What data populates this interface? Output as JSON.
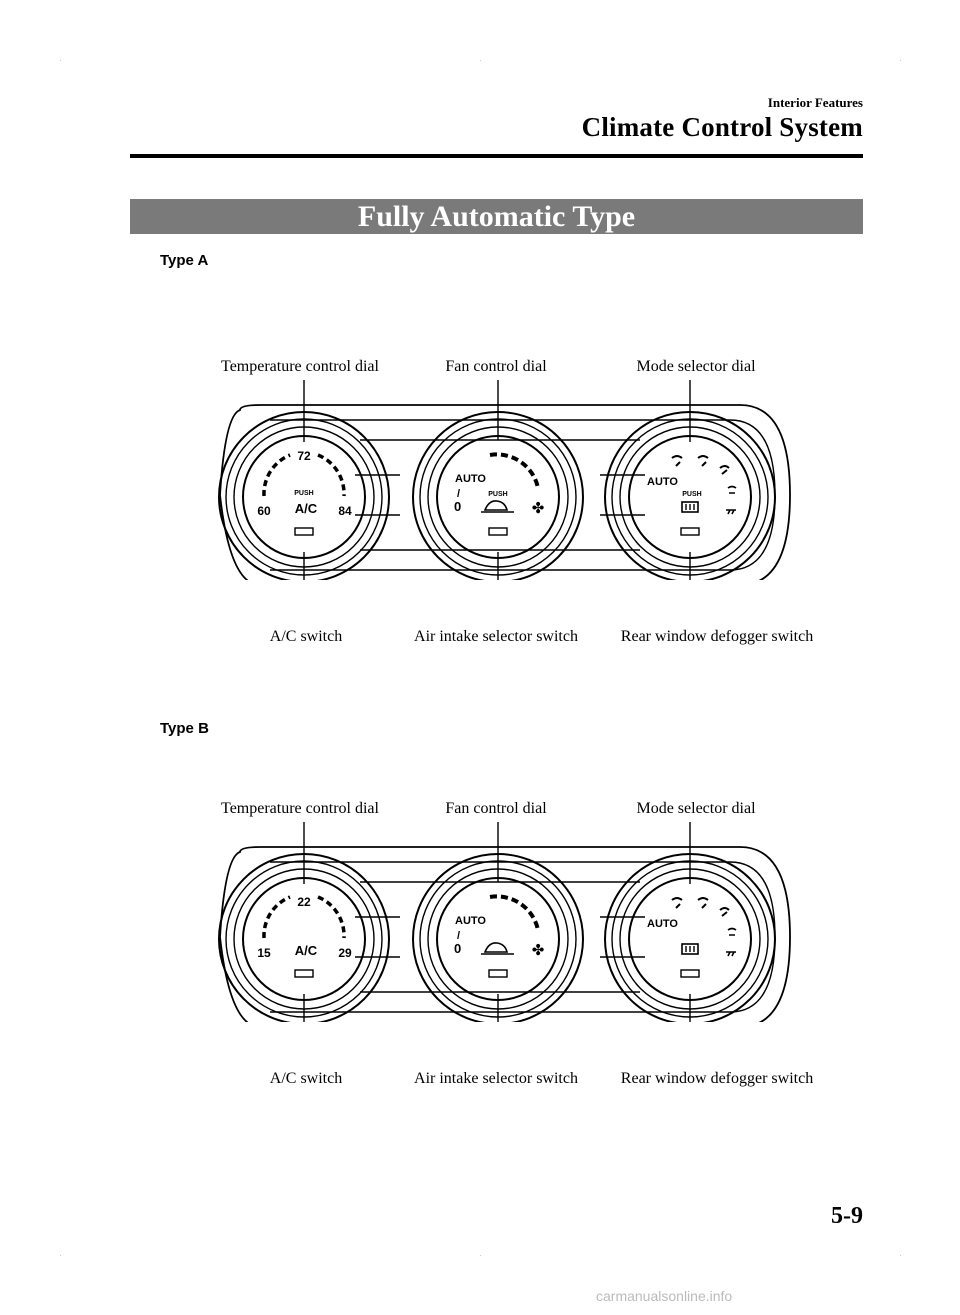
{
  "header": {
    "section": "Interior Features",
    "title": "Climate Control System"
  },
  "banner": "Fully Automatic Type",
  "diagrams": [
    {
      "type_label": "Type A",
      "labels": {
        "temperature_dial": "Temperature control dial",
        "fan_dial": "Fan control dial",
        "mode_dial": "Mode selector dial",
        "ac_switch": "A/C switch",
        "intake_switch": "Air intake selector switch",
        "defogger_switch": "Rear window defogger switch"
      },
      "temp_scale": {
        "top": "72",
        "left": "60",
        "right": "84"
      },
      "ac_text": "A/C",
      "push_text": "PUSH",
      "auto_text": "AUTO",
      "fan_off": "0",
      "fan_slash": "/"
    },
    {
      "type_label": "Type B",
      "labels": {
        "temperature_dial": "Temperature control dial",
        "fan_dial": "Fan control dial",
        "mode_dial": "Mode selector dial",
        "ac_switch": "A/C switch",
        "intake_switch": "Air intake selector switch",
        "defogger_switch": "Rear window defogger switch"
      },
      "temp_scale": {
        "top": "22",
        "left": "15",
        "right": "29"
      },
      "ac_text": "A/C",
      "auto_text": "AUTO",
      "fan_off": "0",
      "fan_slash": "/"
    }
  ],
  "page_number": "5-9",
  "footer": "carmanualsonline.info"
}
